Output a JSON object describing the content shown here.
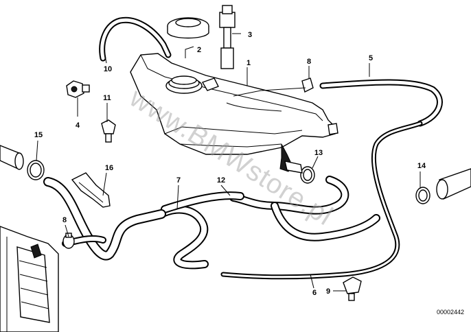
{
  "watermark": "www.BMWstore.pl",
  "document_number": "00002442",
  "callouts": [
    {
      "id": "1",
      "text": "1"
    },
    {
      "id": "2",
      "text": "2"
    },
    {
      "id": "3",
      "text": "3"
    },
    {
      "id": "4",
      "text": "4"
    },
    {
      "id": "5",
      "text": "5"
    },
    {
      "id": "6",
      "text": "6"
    },
    {
      "id": "7",
      "text": "7"
    },
    {
      "id": "8a",
      "text": "8"
    },
    {
      "id": "8b",
      "text": "8"
    },
    {
      "id": "9",
      "text": "9"
    },
    {
      "id": "10",
      "text": "10"
    },
    {
      "id": "11",
      "text": "11"
    },
    {
      "id": "12",
      "text": "12"
    },
    {
      "id": "13",
      "text": "13"
    },
    {
      "id": "14",
      "text": "14"
    },
    {
      "id": "15",
      "text": "15"
    },
    {
      "id": "16",
      "text": "16"
    }
  ]
}
